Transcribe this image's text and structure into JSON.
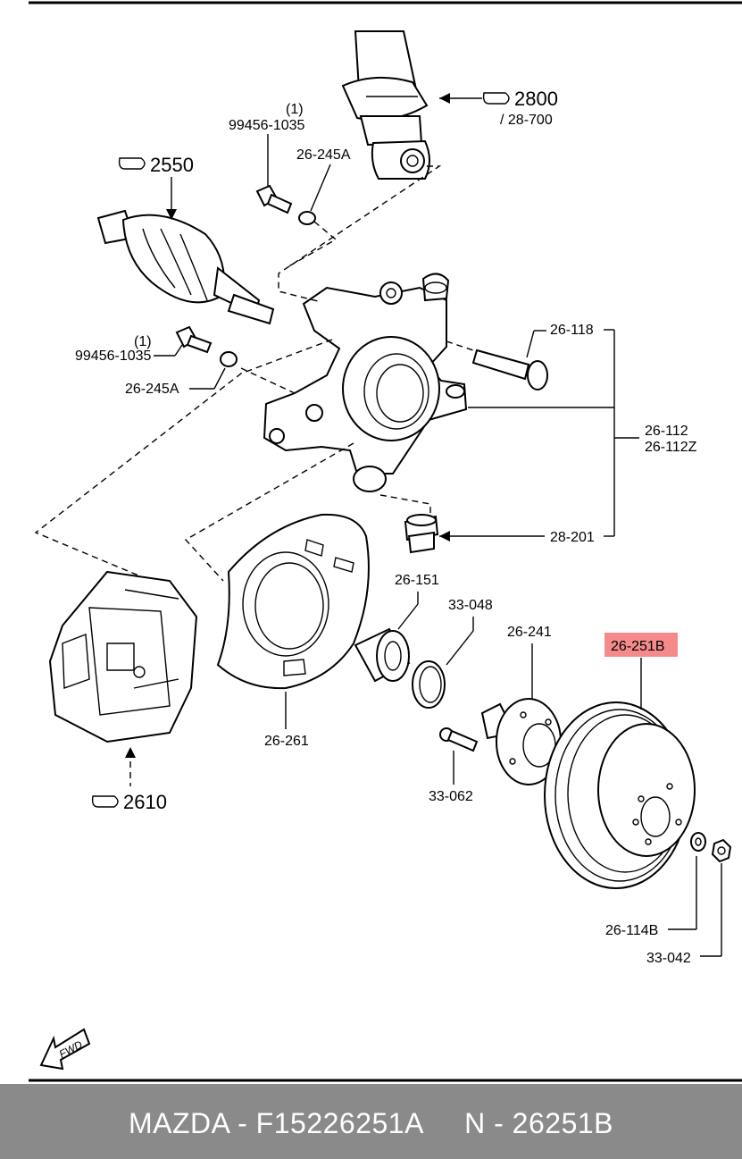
{
  "labels": {
    "ref_2800": "2800",
    "ref_28_700": "/ 28-700",
    "qty_1_top": "(1)",
    "bolt_99456_top": "99456-1035",
    "washer_26_245A_top": "26-245A",
    "ref_2550": "2550",
    "qty_1_left": "(1)",
    "bolt_99456_left": "99456-1035",
    "washer_26_245A_left": "26-245A",
    "bolt_26_118": "26-118",
    "knuckle_26_112": "26-112",
    "knuckle_26_112Z": "26-112Z",
    "bushing_28_201": "28-201",
    "bearing_26_151": "26-151",
    "snap_ring_33_048": "33-048",
    "hub_26_241": "26-241",
    "disc_26_251B": "26-251B",
    "dust_shield_26_261": "26-261",
    "hub_bolt_33_062": "33-062",
    "ref_2610": "2610",
    "washer_26_114B": "26-114B",
    "nut_33_042": "33-042",
    "fwd_badge": "FWD"
  },
  "highlight_color": "#f48a8a",
  "footer": {
    "title": "MAZDA - F15226251A     N - 26251B",
    "background": "#8a8a8a"
  }
}
